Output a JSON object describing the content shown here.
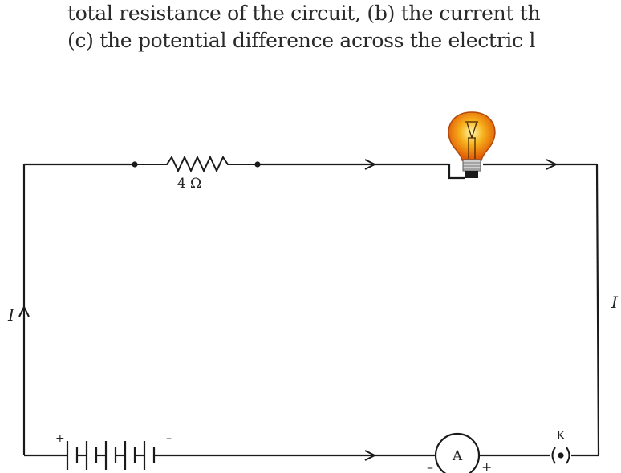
{
  "problem_text": {
    "line1": "total resistance of the circuit, (b) the current th",
    "line2": "(c) the potential difference across the electric l"
  },
  "diagram": {
    "resistor_label": "4 Ω",
    "current_label_left": "I",
    "current_label_right": "I",
    "ammeter_label": "A",
    "ammeter_minus": "–",
    "ammeter_plus": "+",
    "key_label": "K",
    "battery_plus": "+",
    "battery_minus": "–"
  }
}
